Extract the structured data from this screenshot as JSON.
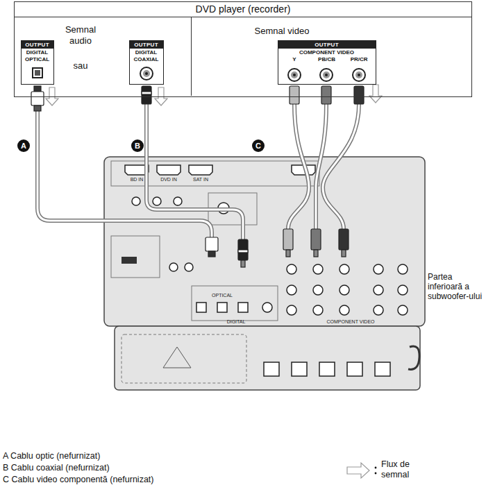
{
  "diagram": {
    "title": "DVD player (recorder)",
    "nodes": [
      {
        "text": [
          "DVD player (recorder)"
        ]
      },
      {
        "text": [
          "Semnal audio",
          "sau"
        ],
        "in": 0
      },
      {
        "text": [
          "OUTPUT",
          "DIGITAL OPTICAL"
        ],
        "in": 1
      },
      {
        "text": [
          "OUTPUT",
          "DIGITAL COAXIAL"
        ],
        "in": 1
      },
      {
        "text": [
          "Semnal video"
        ],
        "in": 0
      },
      {
        "text": [
          "OUTPUT",
          "COMPONENT VIDEO",
          "Y",
          "PB/CB",
          "PR/CR"
        ],
        "in": 4
      }
    ],
    "labels": [
      "A",
      "B",
      "C",
      "BD IN",
      "DVD IN",
      "SAT IN",
      "OPTICAL",
      "DIGITAL",
      "COMPONENT VIDEO",
      "Partea inferioară a subwoofer-ului",
      "A Cablu optic (nefurnizat)",
      "B Cablu coaxial (nefurnizat)",
      "C Cablu video componentă (nefurnizat)"
    ],
    "legend": [
      {
        "text": "Flux de semnal"
      }
    ]
  }
}
